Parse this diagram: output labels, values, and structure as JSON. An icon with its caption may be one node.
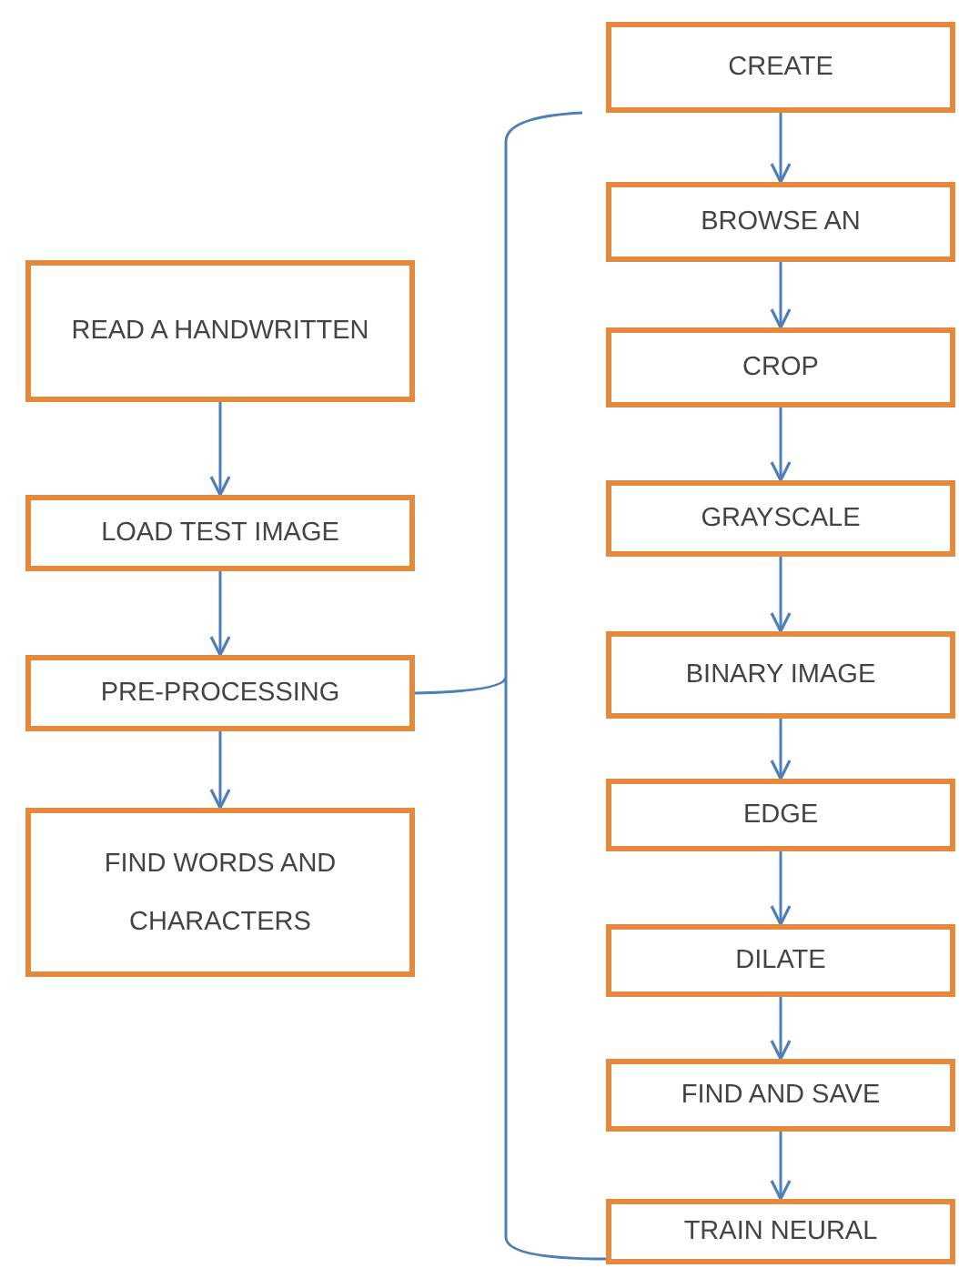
{
  "diagram": {
    "nodes": [
      {
        "text": [
          "READ A HANDWRITTEN"
        ]
      },
      {
        "text": [
          "LOAD TEST IMAGE"
        ]
      },
      {
        "text": [
          "PRE-PROCESSING"
        ]
      },
      {
        "text": [
          "FIND WORDS AND CHARACTERS"
        ]
      },
      {
        "text": [
          "CREATE"
        ]
      },
      {
        "text": [
          "BROWSE AN"
        ]
      },
      {
        "text": [
          "CROP"
        ]
      },
      {
        "text": [
          "GRAYSCALE"
        ]
      },
      {
        "text": [
          "BINARY IMAGE"
        ]
      },
      {
        "text": [
          "EDGE"
        ]
      },
      {
        "text": [
          "DILATE"
        ]
      },
      {
        "text": [
          "FIND AND SAVE"
        ]
      },
      {
        "text": [
          "TRAIN NEURAL"
        ]
      }
    ],
    "edges": [
      {
        "from": 0,
        "to": 1,
        "arrow": "to"
      },
      {
        "from": 1,
        "to": 2,
        "arrow": "to"
      },
      {
        "from": 2,
        "to": 3,
        "arrow": "to"
      },
      {
        "from": 4,
        "to": 5,
        "arrow": "to"
      },
      {
        "from": 5,
        "to": 6,
        "arrow": "to"
      },
      {
        "from": 6,
        "to": 7,
        "arrow": "to"
      },
      {
        "from": 7,
        "to": 8,
        "arrow": "to"
      },
      {
        "from": 8,
        "to": 9,
        "arrow": "to"
      },
      {
        "from": 9,
        "to": 10,
        "arrow": "to"
      },
      {
        "from": 10,
        "to": 11,
        "arrow": "to"
      },
      {
        "from": 11,
        "to": 12,
        "arrow": "to"
      }
    ]
  }
}
